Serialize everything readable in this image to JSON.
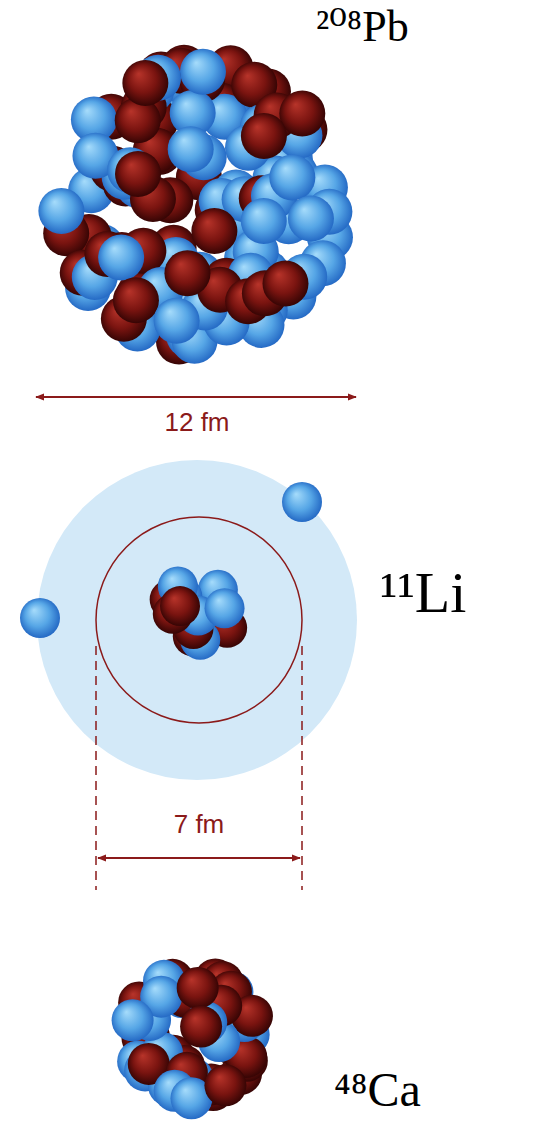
{
  "diagram": {
    "labels": [
      "²⁰⁸Pb",
      "12 fm",
      "¹¹Li",
      "7 fm",
      "⁴⁸Ca"
    ]
  }
}
